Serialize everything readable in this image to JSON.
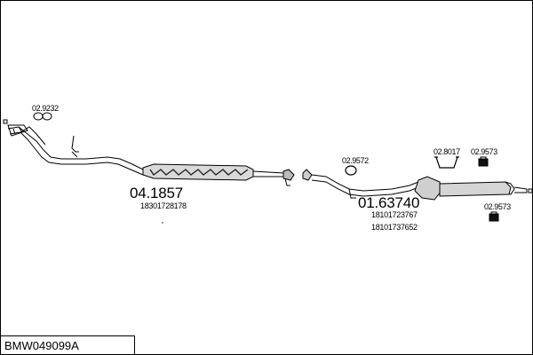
{
  "diagram_code": "BMW049099A",
  "parts": {
    "gasket_front": "02.9232",
    "front_pipe": "04.1857",
    "front_pipe_oe": "18301728178",
    "clamp_mid": "02.9572",
    "rear_muffler": "01.63740",
    "rear_muffler_oe_1": "18101723767",
    "rear_muffler_oe_2": "18101737652",
    "hanger_strap": "02.8017",
    "rubber_mount_top": "02.9573",
    "rubber_mount_bottom": "02.9573"
  }
}
